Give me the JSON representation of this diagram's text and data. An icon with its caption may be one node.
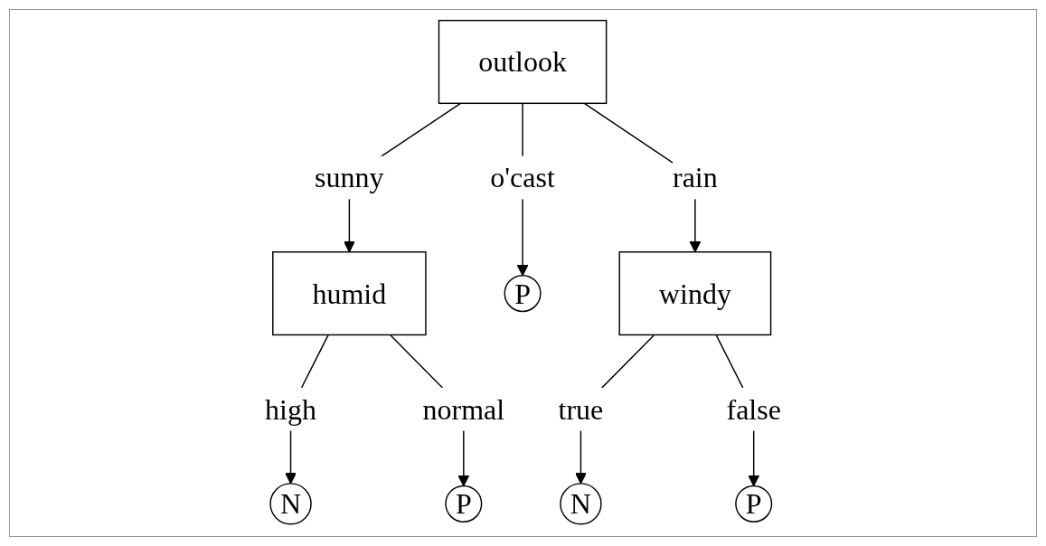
{
  "diagram": {
    "nodes": [
      {
        "text": [
          "outlook"
        ]
      },
      {
        "text": [
          "humid"
        ]
      },
      {
        "text": [
          "P"
        ]
      },
      {
        "text": [
          "windy"
        ]
      },
      {
        "text": [
          "N"
        ]
      },
      {
        "text": [
          "P"
        ]
      },
      {
        "text": [
          "N"
        ]
      },
      {
        "text": [
          "P"
        ]
      }
    ],
    "edges": [
      {
        "from": 0,
        "to": 1,
        "label": "sunny",
        "arrow": "to"
      },
      {
        "from": 0,
        "to": 2,
        "label": "o'cast",
        "arrow": "to"
      },
      {
        "from": 0,
        "to": 3,
        "label": "rain",
        "arrow": "to"
      },
      {
        "from": 1,
        "to": 4,
        "label": "high",
        "arrow": "to"
      },
      {
        "from": 1,
        "to": 5,
        "label": "normal",
        "arrow": "to"
      },
      {
        "from": 3,
        "to": 6,
        "label": "true",
        "arrow": "to"
      },
      {
        "from": 3,
        "to": 7,
        "label": "false",
        "arrow": "to"
      }
    ]
  }
}
